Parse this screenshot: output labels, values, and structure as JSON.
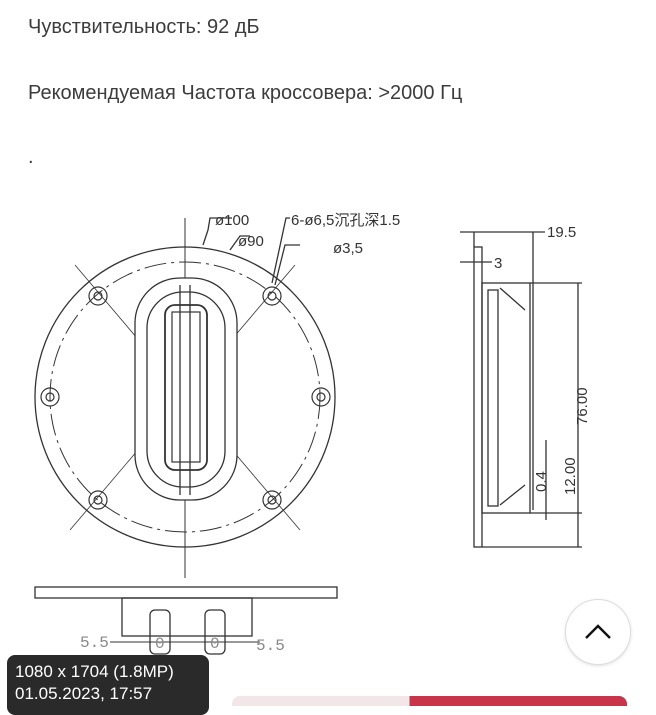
{
  "specs": {
    "sensitivity": "Чувствительность: 92 дБ",
    "crossover": "Рекомендуемая Частота кроссовера: >2000 Гц",
    "dot": "."
  },
  "drawing": {
    "front_labels": [
      "ø100",
      "ø90",
      "6-ø6,5沉孔深1.5",
      "ø3,5"
    ],
    "side_labels": [
      "19.5",
      "3",
      "76.00",
      "0.4",
      "12.00"
    ],
    "bottom_labels": [
      "5.5",
      "0",
      "0",
      "5.5"
    ]
  },
  "image_info": {
    "line1": "1080 x 1704 (1.8MP)",
    "line2": "01.05.2023, 17:57"
  },
  "icons": {
    "scroll_top": "chevron-up-icon"
  },
  "colors": {
    "accent": "#c8354a",
    "text": "#3c3c3c"
  }
}
